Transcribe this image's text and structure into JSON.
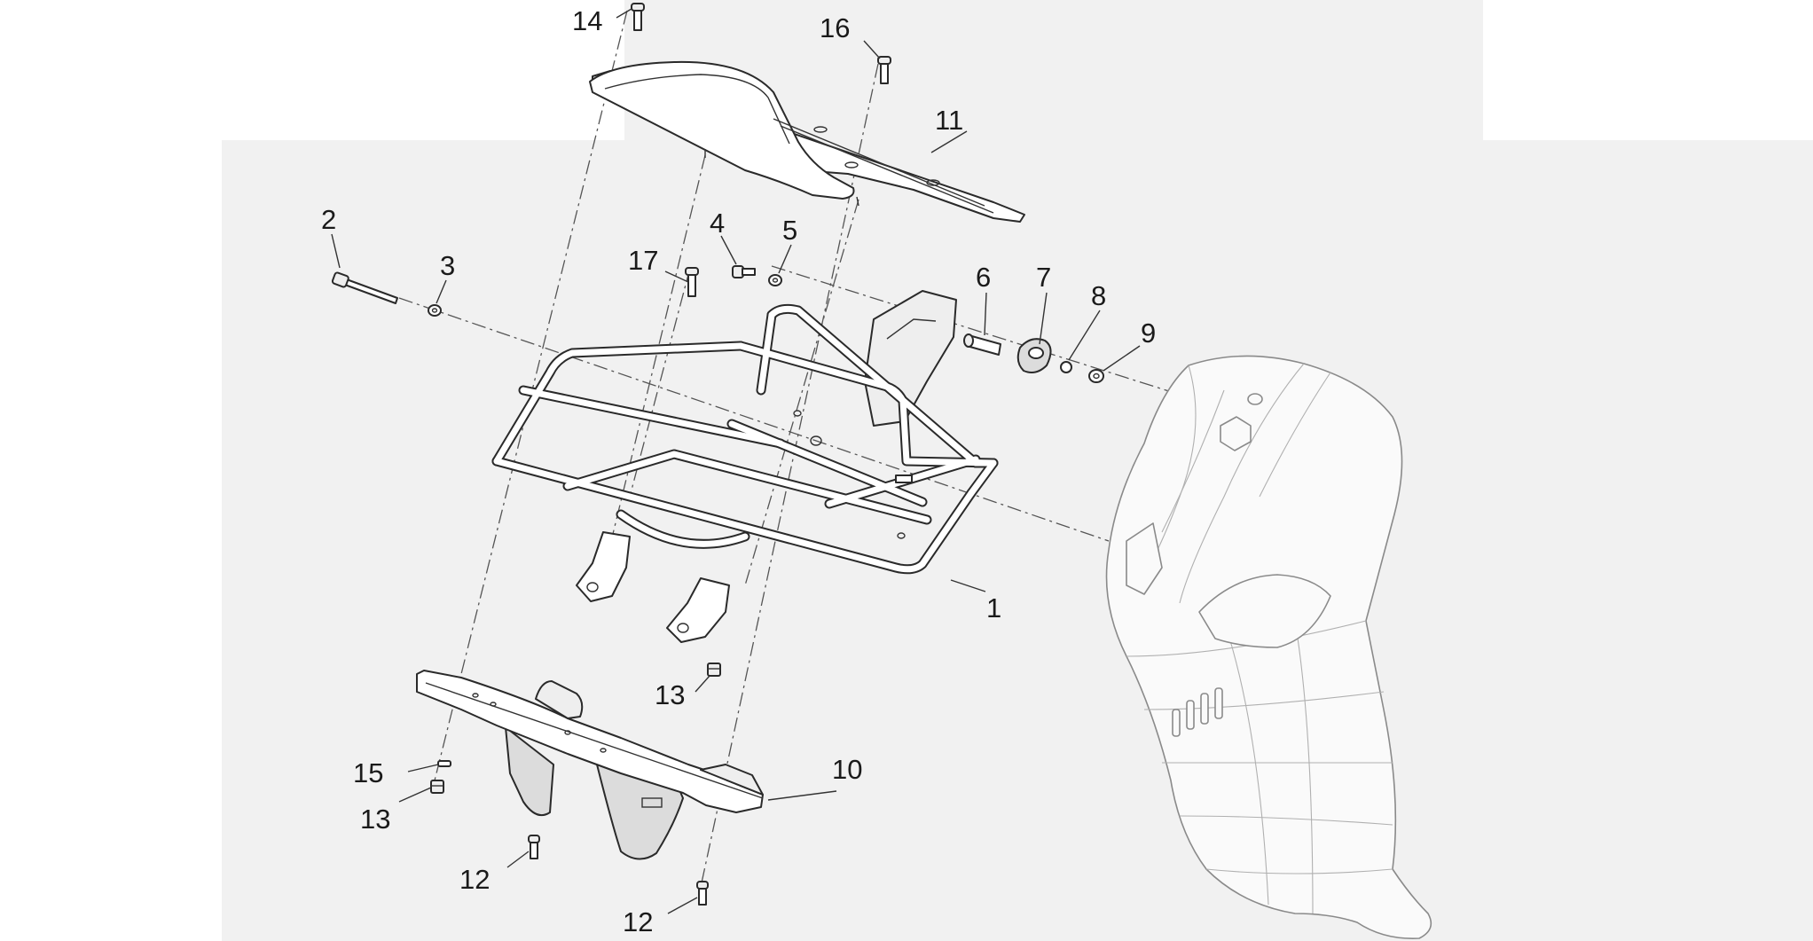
{
  "callouts": {
    "c1": "1",
    "c2": "2",
    "c3": "3",
    "c4": "4",
    "c5": "5",
    "c6": "6",
    "c7": "7",
    "c8": "8",
    "c9": "9",
    "c10": "10",
    "c11": "11",
    "c12a": "12",
    "c12b": "12",
    "c13a": "13",
    "c13b": "13",
    "c14": "14",
    "c15": "15",
    "c16": "16",
    "c17": "17"
  }
}
